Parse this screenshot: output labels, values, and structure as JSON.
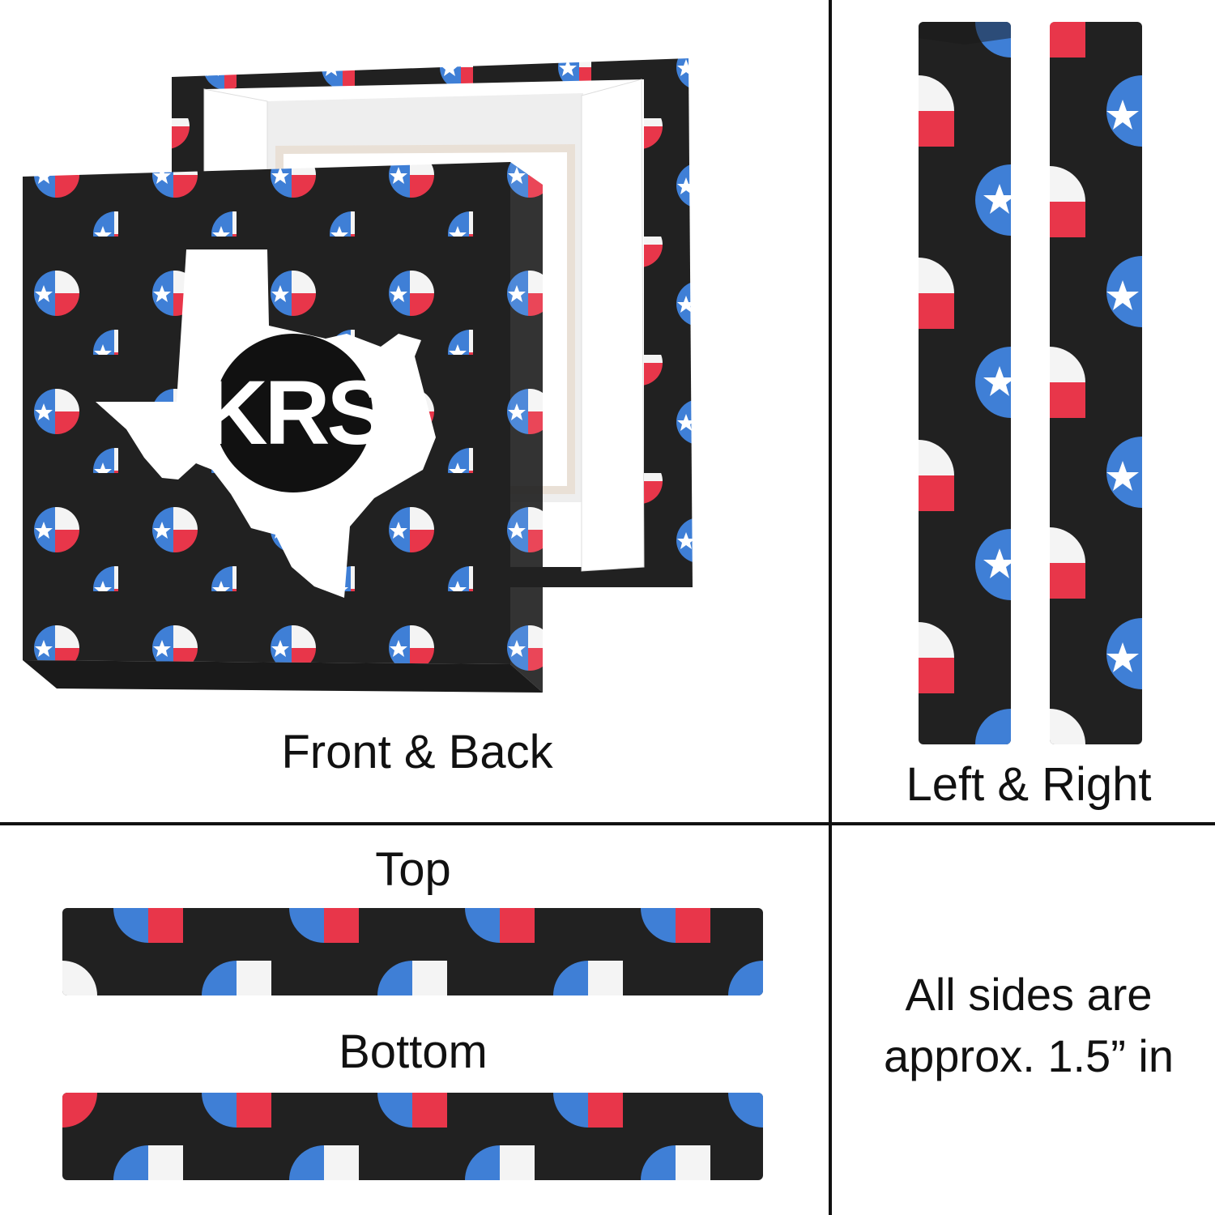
{
  "captions": {
    "front_back": "Front & Back",
    "left_right": "Left & Right",
    "top": "Top",
    "bottom": "Bottom",
    "all_sides_line1": "All sides are",
    "all_sides_line2": "approx. 1.5” in"
  },
  "monogram": "KRS",
  "colors": {
    "background": "#ffffff",
    "canvas_black": "#212121",
    "flag_blue": "#3f7fd6",
    "flag_red": "#e8364a",
    "flag_white": "#f4f4f4",
    "divider": "#111111"
  },
  "pattern": {
    "motif": "texas-flag-circle",
    "icons": [
      "star-icon",
      "texas-state-silhouette"
    ]
  }
}
